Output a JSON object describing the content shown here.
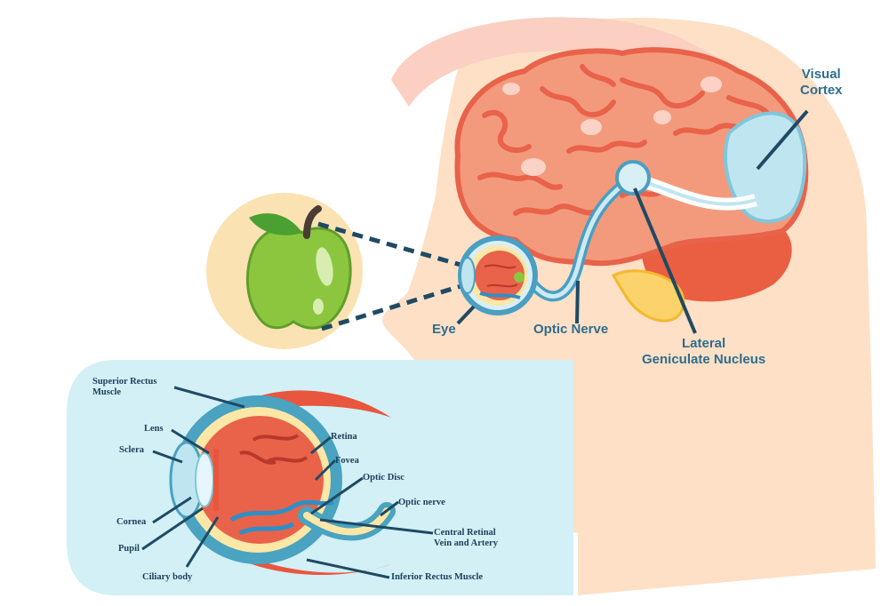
{
  "labels": {
    "visual_cortex_1": "Visual",
    "visual_cortex_2": "Cortex",
    "eye": "Eye",
    "optic_nerve": "Optic Nerve",
    "lgn_1": "Lateral",
    "lgn_2": "Geniculate Nucleus"
  },
  "inset_labels": {
    "superior_rectus_1": "Superior Rectus",
    "superior_rectus_2": "Muscle",
    "lens": "Lens",
    "sclera": "Sclera",
    "cornea": "Cornea",
    "pupil": "Pupil",
    "ciliary_body": "Ciliary body",
    "retina": "Retina",
    "fovea": "Fovea",
    "optic_disc": "Optic Disc",
    "optic_nerve": "Optic nerve",
    "central_retinal_1": "Central Retinal",
    "central_retinal_2": "Vein and Artery",
    "inferior_rectus": "Inferior Rectus Muscle"
  },
  "colors": {
    "skin": "#fde0c6",
    "hair": "#fbcfc2",
    "brain": "#f39a7d",
    "brain_outline": "#e9624a",
    "cerebellum": "#ea5e42",
    "apple_circle": "#fbe2b2",
    "apple": "#8cc63f",
    "inset_bg": "#d3f0f7",
    "label_blue": "#2f6d8e",
    "nerve": "#4a9fc2"
  }
}
